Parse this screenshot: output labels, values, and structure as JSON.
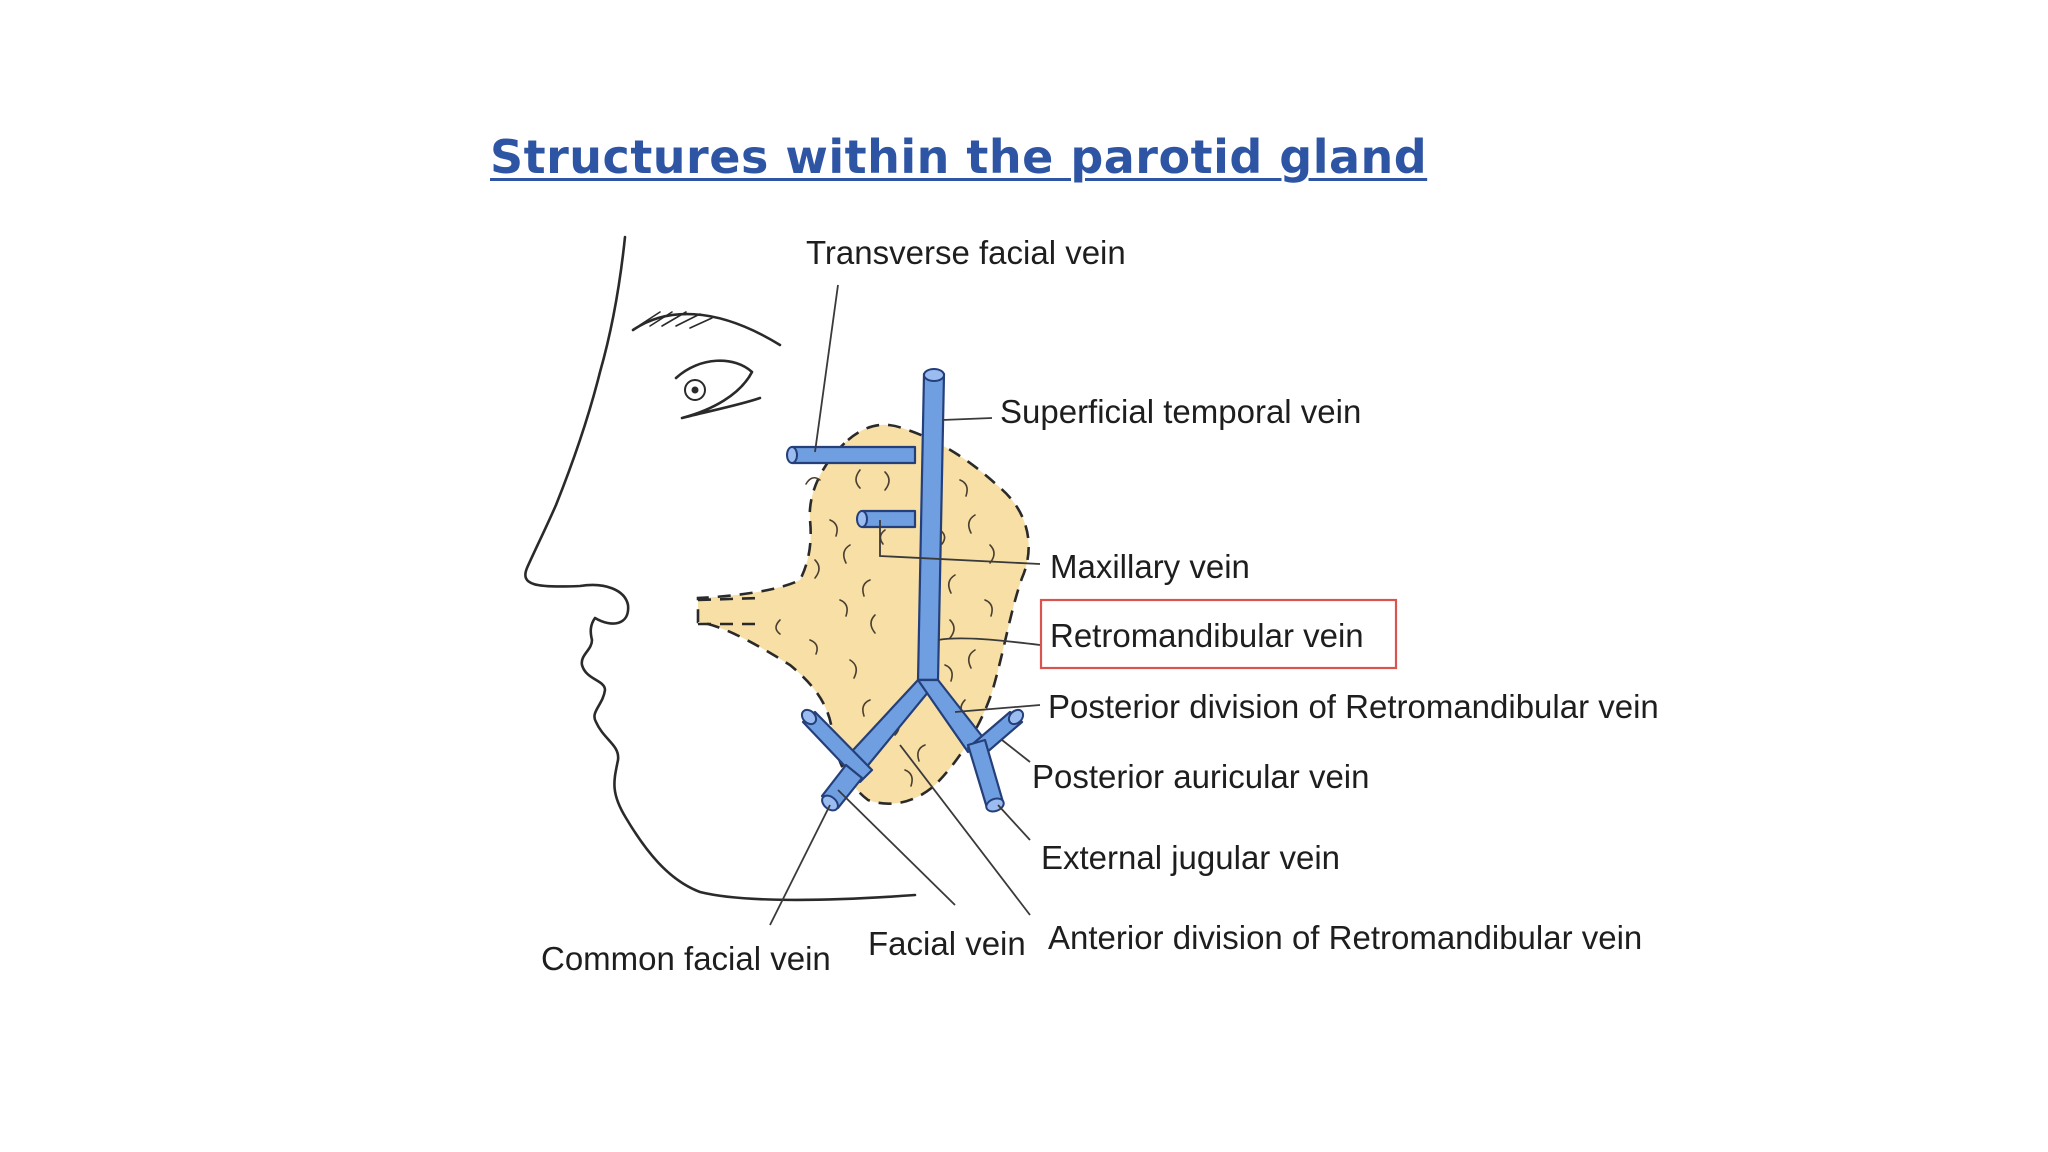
{
  "title": "Structures within the parotid gland",
  "colors": {
    "title": "#2e55a4",
    "gland_fill": "#f7dfa6",
    "vein_fill": "#6f9fe0",
    "highlight_box": "#d9534f"
  },
  "labels": {
    "transverse_facial_vein": "Transverse facial vein",
    "superficial_temporal_vein": "Superficial temporal vein",
    "maxillary_vein": "Maxillary vein",
    "retromandibular_vein": "Retromandibular vein",
    "posterior_division": "Posterior division of Retromandibular vein",
    "posterior_auricular_vein": "Posterior auricular vein",
    "external_jugular_vein": "External jugular vein",
    "anterior_division": "Anterior division of Retromandibular vein",
    "common_facial_vein": "Common facial vein",
    "facial_vein": "Facial vein"
  },
  "highlighted_label": "retromandibular_vein"
}
